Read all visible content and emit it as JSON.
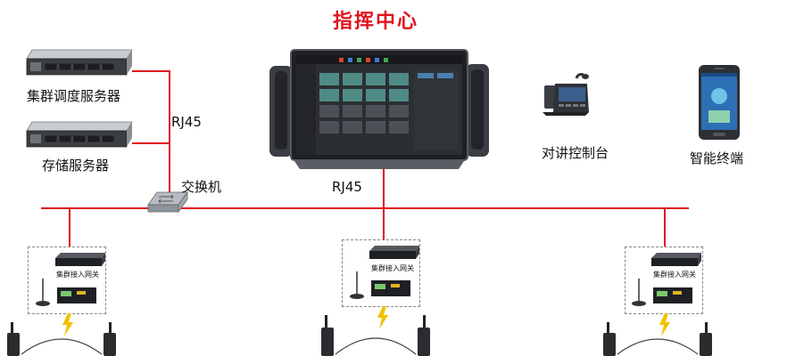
{
  "title": "指挥中心",
  "labels": {
    "cluster_server": "集群调度服务器",
    "storage_server": "存储服务器",
    "rj45_left": "RJ45",
    "rj45_center": "RJ45",
    "switch": "交换机",
    "intercom_console": "对讲控制台",
    "smart_terminal": "智能终端"
  },
  "gateways": [
    {
      "label": "集群接入网关"
    },
    {
      "label": "集群接入网关"
    },
    {
      "label": "集群接入网关"
    }
  ],
  "colors": {
    "network_line": "#e0141e",
    "title": "#e0141e",
    "lightning": "#f2c200"
  }
}
